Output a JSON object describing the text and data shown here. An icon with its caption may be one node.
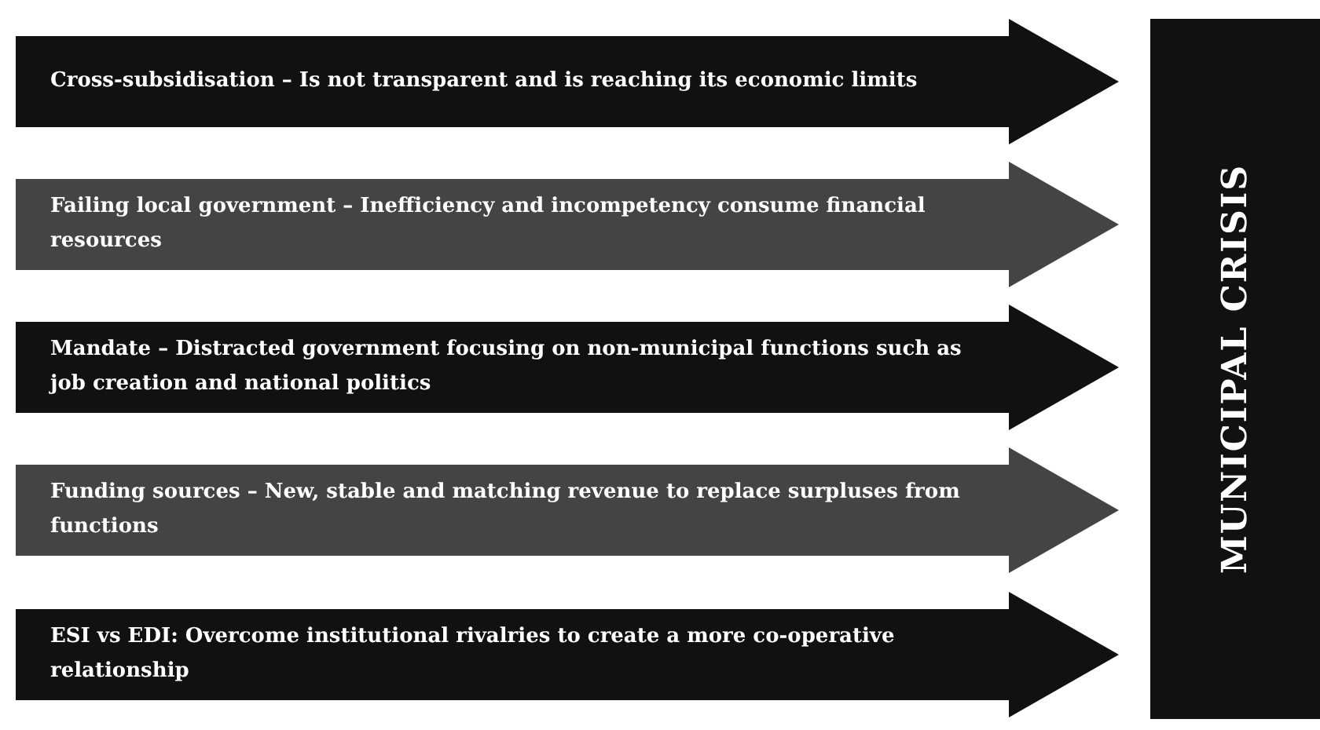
{
  "diagram": {
    "nodes": [
      {
        "text": [
          "Cross-subsidisation – Is not transparent and is reaching its economic limits"
        ]
      },
      {
        "text": [
          "Failing local government – Inefficiency and incompetency consume financial resources"
        ]
      },
      {
        "text": [
          "Mandate – Distracted government focusing on non-municipal functions such as job creation and national politics"
        ]
      },
      {
        "text": [
          "Funding sources – New, stable and matching revenue to replace surpluses from functions"
        ]
      },
      {
        "text": [
          "ESI vs EDI: Overcome institutional rivalries to create a more co-operative relationship"
        ]
      },
      {
        "text": [
          "MUNICIPAL CRISIS"
        ]
      }
    ]
  }
}
